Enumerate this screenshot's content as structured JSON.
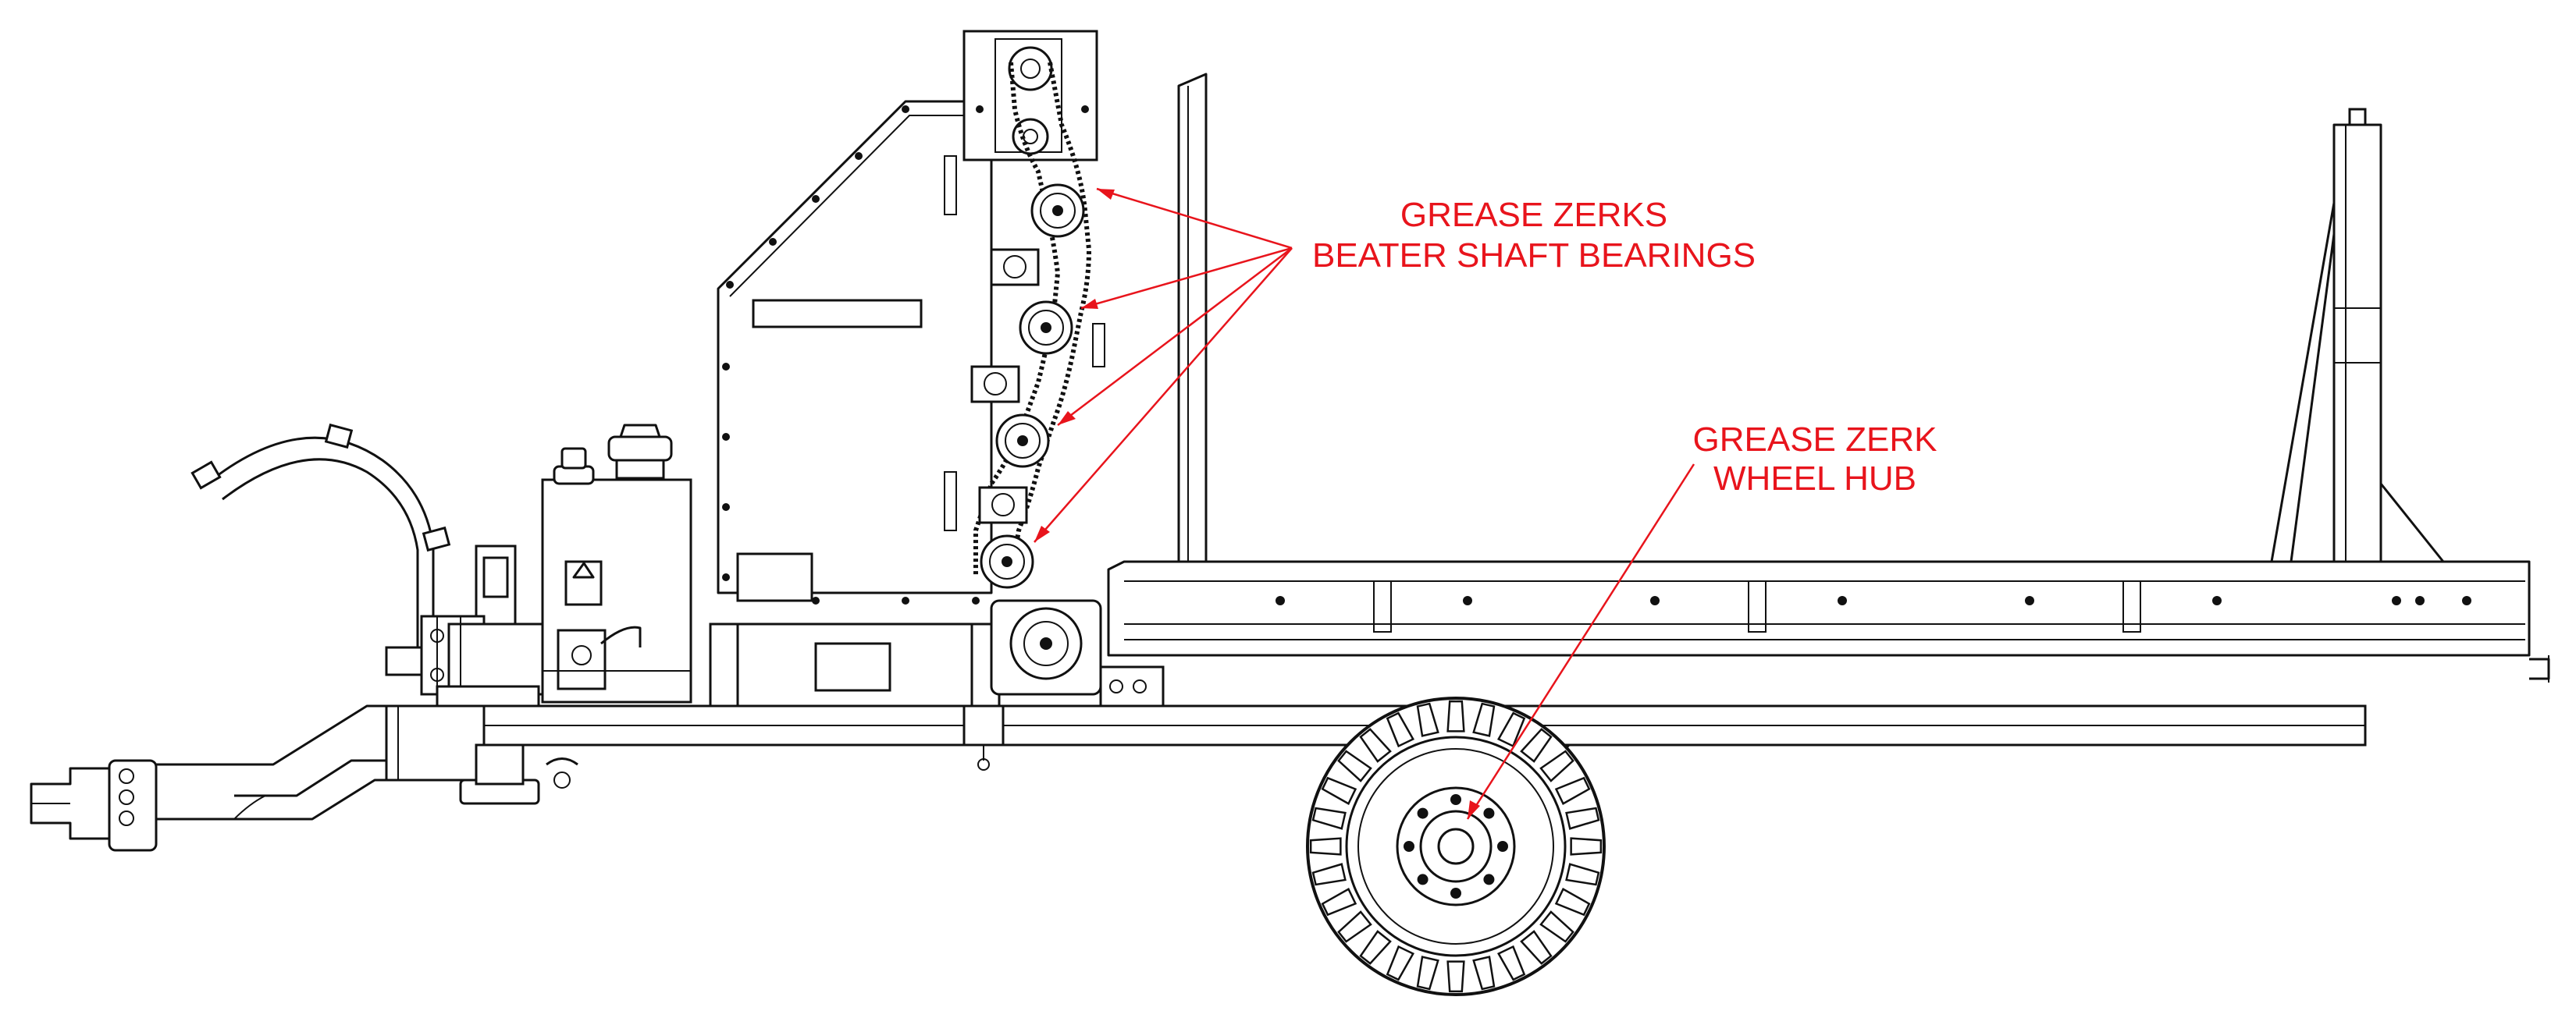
{
  "callouts": {
    "beater": {
      "line1": "GREASE ZERKS",
      "line2": "BEATER SHAFT BEARINGS"
    },
    "wheel": {
      "line1": "GREASE ZERK",
      "line2": "WHEEL HUB"
    }
  },
  "colors": {
    "callout": "#e8141c",
    "drawing": "#111111",
    "background": "#ffffff"
  },
  "icons": {
    "machine": "trailer-side-elevation"
  }
}
